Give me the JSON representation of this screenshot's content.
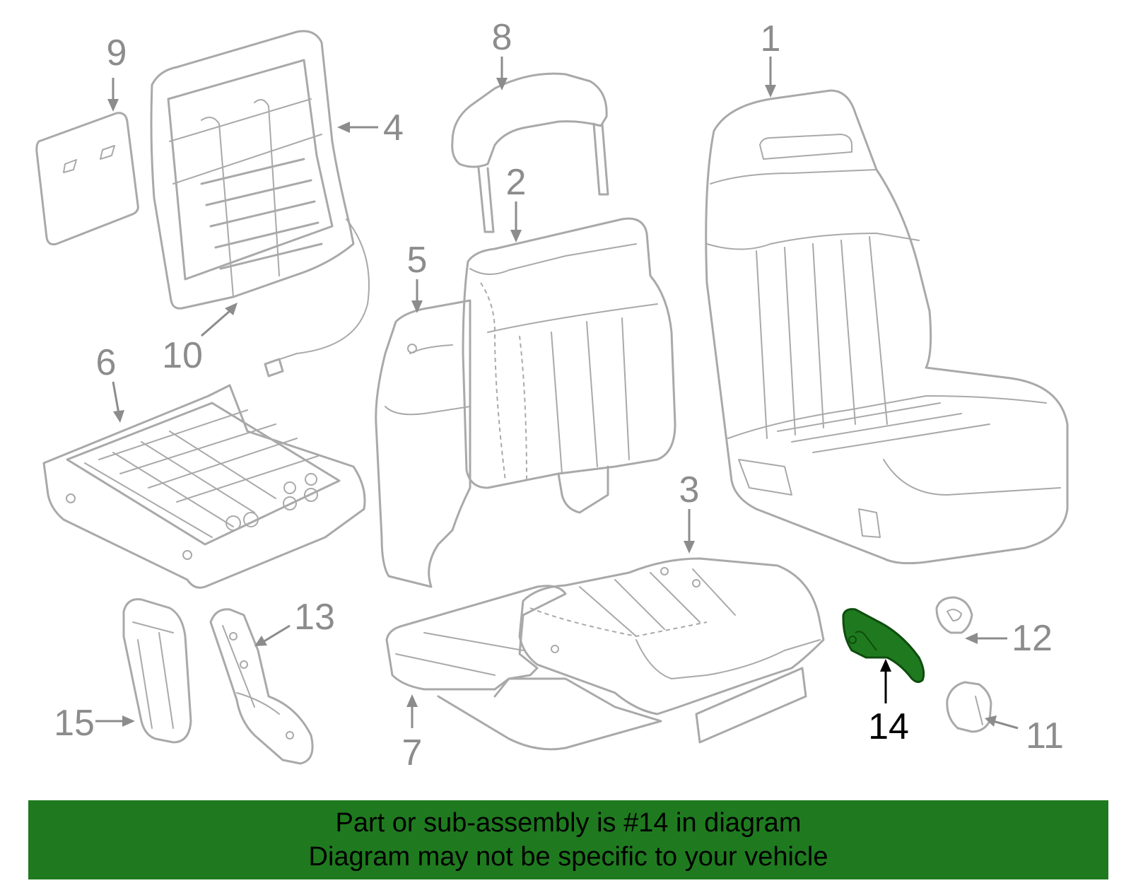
{
  "colors": {
    "banner": "#1f7a1f",
    "highlight": "#1f7a1f",
    "part_outline": "#a9a9a9",
    "label": "#8c8c8c",
    "highlight_label": "#000000"
  },
  "highlighted_part": "14",
  "callouts": {
    "c1": "1",
    "c2": "2",
    "c3": "3",
    "c4": "4",
    "c5": "5",
    "c6": "6",
    "c7": "7",
    "c8": "8",
    "c9": "9",
    "c10": "10",
    "c11": "11",
    "c12": "12",
    "c13": "13",
    "c14": "14",
    "c15": "15"
  },
  "banner": {
    "line1": "Part or sub-assembly is #14 in diagram",
    "line2": "Diagram may not be specific to your vehicle"
  }
}
